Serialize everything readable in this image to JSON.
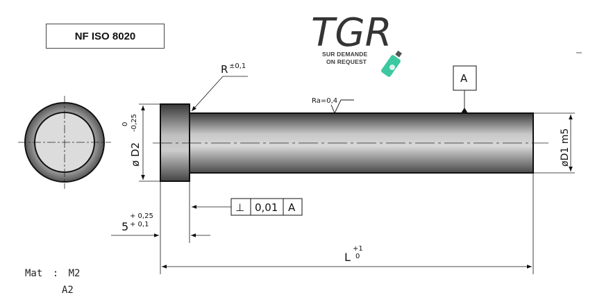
{
  "standard": "NF ISO 8020",
  "logo": {
    "text": "TGR",
    "line1": "SUR DEMANDE",
    "line2": "ON REQUEST",
    "color": "#3cc8a0"
  },
  "radius": {
    "label": "R",
    "tol": "±0,1"
  },
  "roughness": {
    "label": "Ra=0,4"
  },
  "datum": {
    "label": "A"
  },
  "head_diameter": {
    "label": "ø D2",
    "tol_upper": "0",
    "tol_lower": "-0,25"
  },
  "shank_diameter": {
    "label": "øD1 m5"
  },
  "perpendicularity": {
    "symbol": "⊥",
    "value": "0,01",
    "datum": "A"
  },
  "head_length": {
    "value": "5",
    "tol_upper": "+ 0,25",
    "tol_lower": "+ 0,1"
  },
  "length": {
    "label": "L",
    "tol_upper": "+1",
    "tol_lower": "0"
  },
  "material": {
    "label": "Mat",
    "sep": ":",
    "values": [
      "M2",
      "A2"
    ]
  }
}
